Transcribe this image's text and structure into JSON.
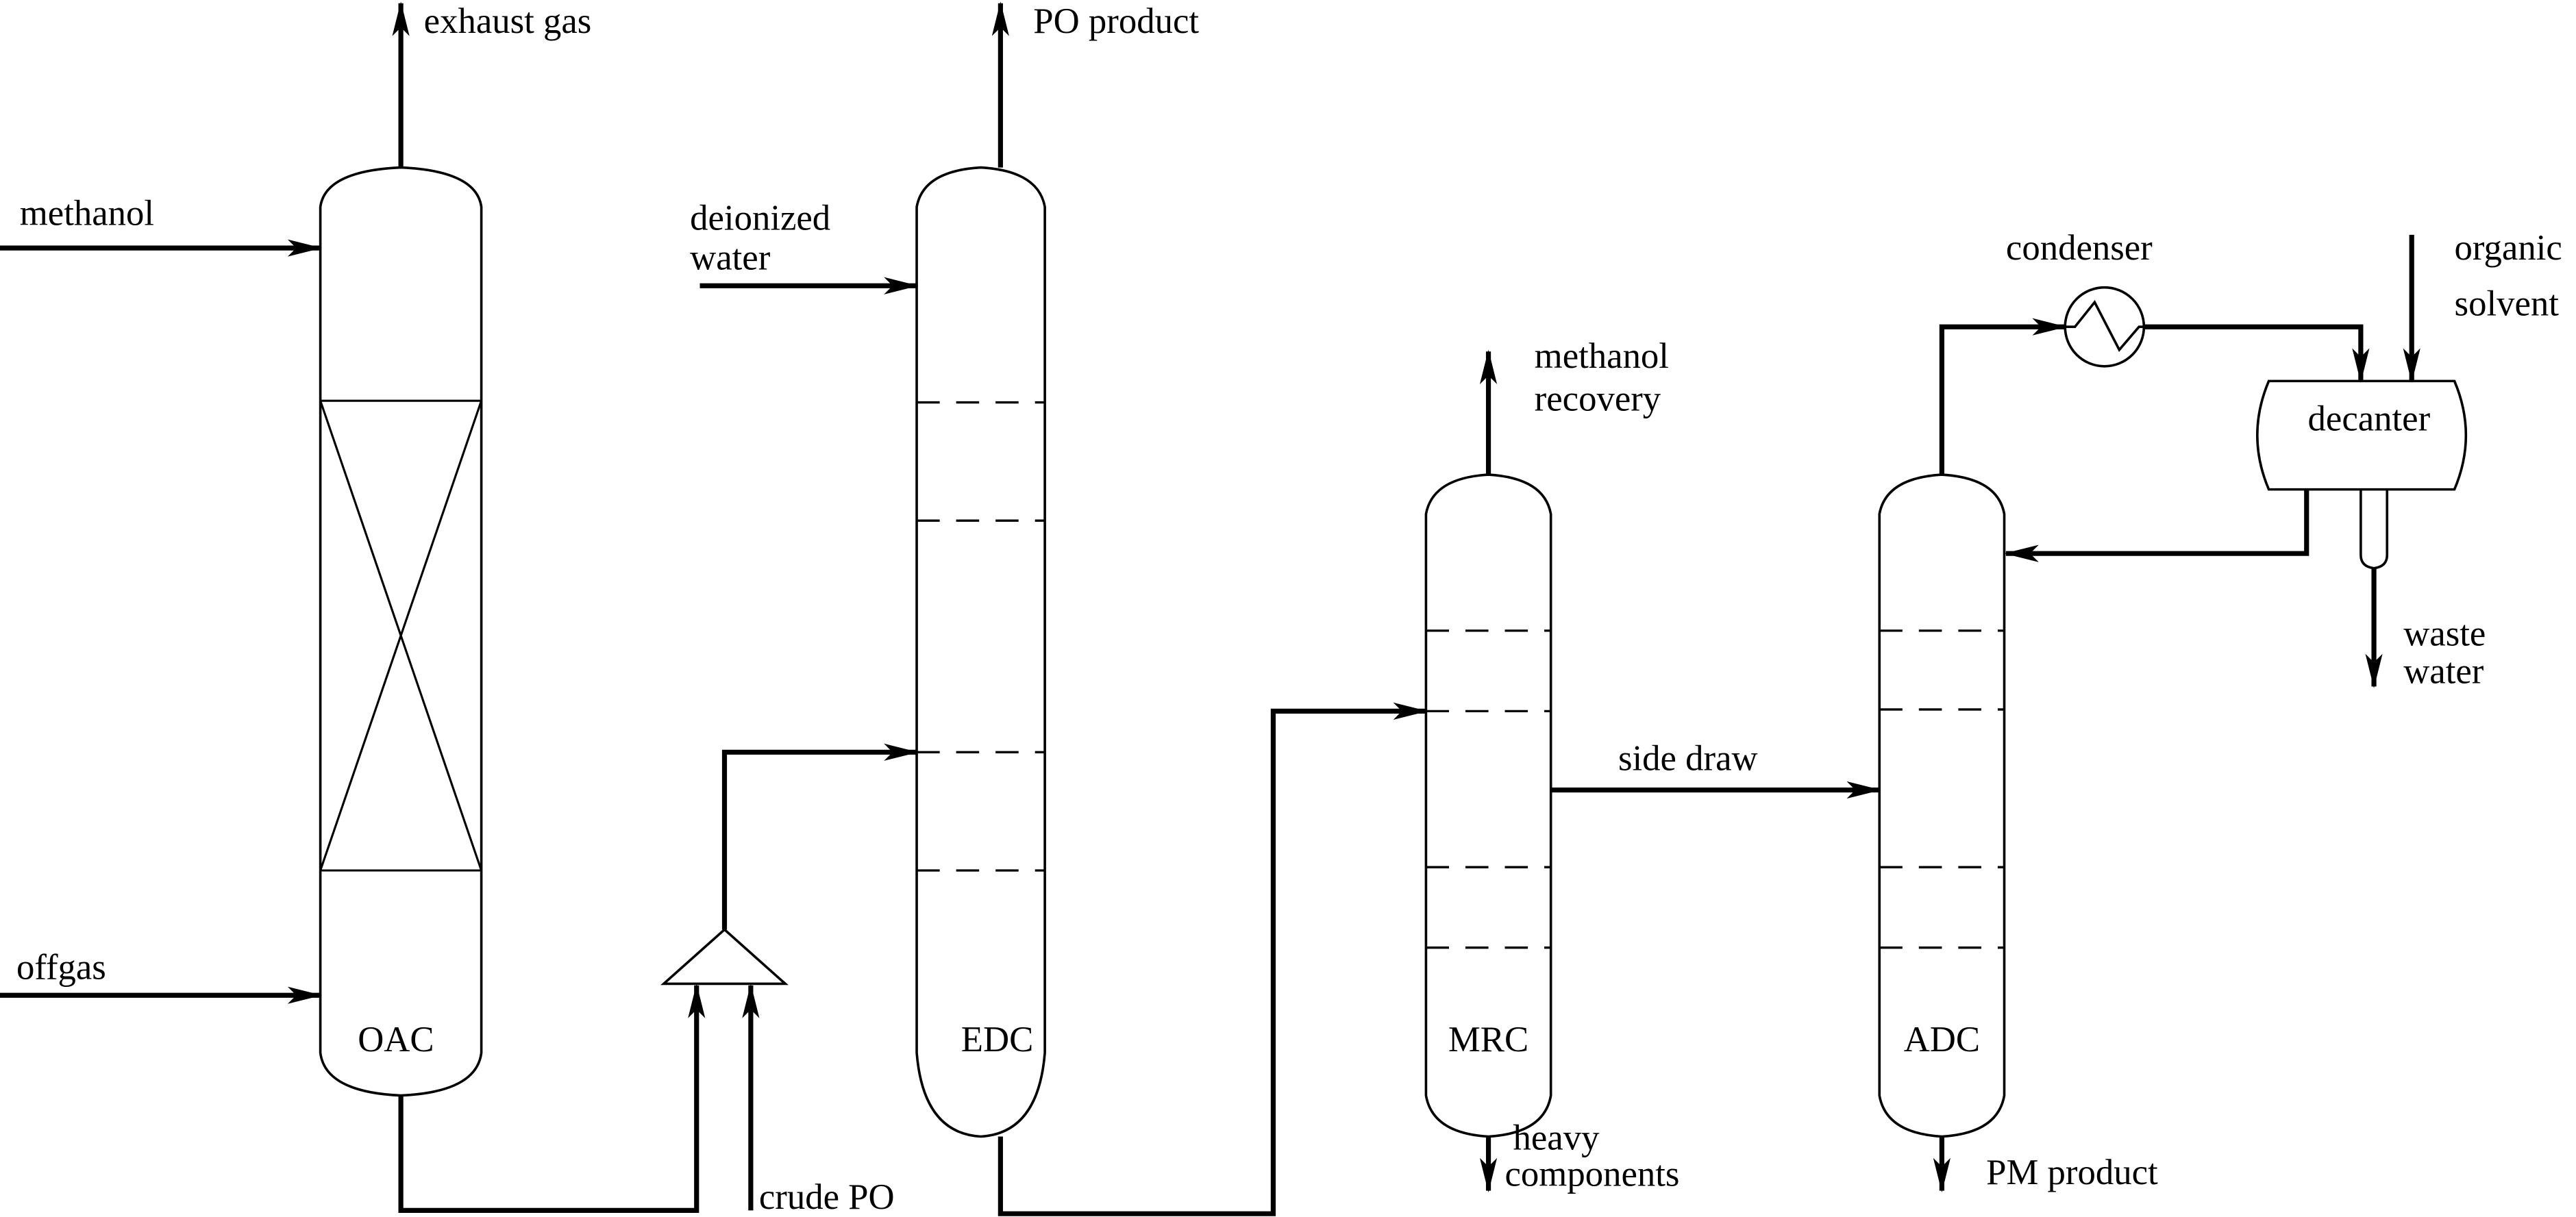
{
  "diagram": {
    "type": "process-flow-diagram",
    "units": {
      "oac": {
        "label": "OAC",
        "kind": "packed-column"
      },
      "edc": {
        "label": "EDC",
        "kind": "tray-column"
      },
      "mrc": {
        "label": "MRC",
        "kind": "tray-column"
      },
      "adc": {
        "label": "ADC",
        "kind": "tray-column"
      },
      "condenser": {
        "label": "condenser",
        "kind": "heat-exchanger"
      },
      "decanter": {
        "label": "decanter",
        "kind": "decanter"
      },
      "mixer": {
        "label": "",
        "kind": "mixer"
      }
    },
    "streams": {
      "exhaust_gas": "exhaust gas",
      "methanol": "methanol",
      "offgas": "offgas",
      "po_product": "PO product",
      "deionized_water_line1": "deionized",
      "deionized_water_line2": "water",
      "crude_po": "crude PO",
      "methanol_recovery_line1": "methanol",
      "methanol_recovery_line2": "recovery",
      "heavy_components_line1": "heavy",
      "heavy_components_line2": "components",
      "side_draw": "side draw",
      "pm_product": "PM product",
      "organic_solvent_line1": "organic",
      "organic_solvent_line2": "solvent",
      "waste_water_line1": "waste",
      "waste_water_line2": "water"
    },
    "connections": [
      {
        "from": "methanol",
        "to": "OAC"
      },
      {
        "from": "offgas",
        "to": "OAC"
      },
      {
        "from": "OAC",
        "to": "exhaust gas"
      },
      {
        "from": "OAC",
        "to": "mixer"
      },
      {
        "from": "crude PO",
        "to": "mixer"
      },
      {
        "from": "mixer",
        "to": "EDC"
      },
      {
        "from": "deionized water",
        "to": "EDC"
      },
      {
        "from": "EDC",
        "to": "PO product"
      },
      {
        "from": "EDC",
        "to": "MRC"
      },
      {
        "from": "MRC",
        "to": "methanol recovery"
      },
      {
        "from": "MRC",
        "to": "heavy components"
      },
      {
        "from": "MRC",
        "to": "ADC",
        "label": "side draw"
      },
      {
        "from": "ADC",
        "to": "condenser"
      },
      {
        "from": "condenser",
        "to": "decanter"
      },
      {
        "from": "organic solvent",
        "to": "decanter"
      },
      {
        "from": "decanter",
        "to": "ADC"
      },
      {
        "from": "decanter",
        "to": "waste water"
      },
      {
        "from": "ADC",
        "to": "PM product"
      }
    ]
  }
}
